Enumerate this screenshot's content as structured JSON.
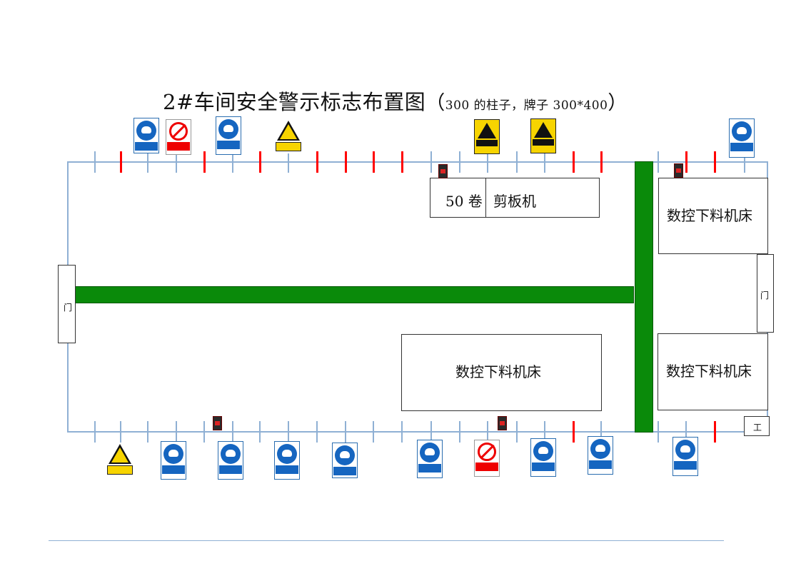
{
  "title": {
    "main": "2#车间安全警示标志布置图",
    "open_paren": "（",
    "note": "300 的柱子，牌子 300*400",
    "close_paren": "）"
  },
  "rooms": {
    "roll_50": "50 卷",
    "shear": "剪板机",
    "cnc_top_right": "数控下料机床",
    "cnc_bottom_mid": "数控下料机床",
    "cnc_bottom_right": "数控下料机床"
  },
  "doors": {
    "left": "门",
    "right": "门",
    "tool": "工"
  },
  "colors": {
    "wall": "#8fb0d4",
    "pillar": "#ff0000",
    "aisle": "#0a8a0a",
    "mandatory_sign": "#1565c0",
    "prohibition_sign": "#e00000",
    "warning_sign": "#f7d400",
    "extinguisher": "#2a2a2a"
  },
  "legend_signs": {
    "mandatory": "blue-mandatory-sign",
    "prohibition": "red-prohibition-sign",
    "warning": "yellow-warning-sign",
    "extinguisher": "fire-extinguisher-icon"
  }
}
